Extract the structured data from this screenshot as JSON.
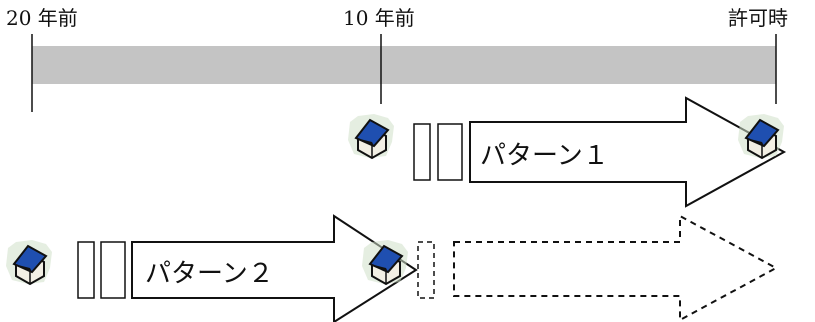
{
  "timeline": {
    "labels": {
      "twenty_years_ago": "20 年前",
      "ten_years_ago": "10 年前",
      "permit_time": "許可時"
    },
    "bar_color": "#c4c4c4"
  },
  "patterns": {
    "pattern1": {
      "label": "パターン１",
      "style": "solid"
    },
    "pattern2": {
      "label": "パターン２",
      "style": "solid",
      "continuation_style": "dashed"
    }
  },
  "colors": {
    "roof": "#1f4fb0",
    "house_wall": "#f2efe4",
    "outline": "#111111",
    "shade": "#b7ccb0"
  },
  "icons": [
    "house-icon"
  ]
}
